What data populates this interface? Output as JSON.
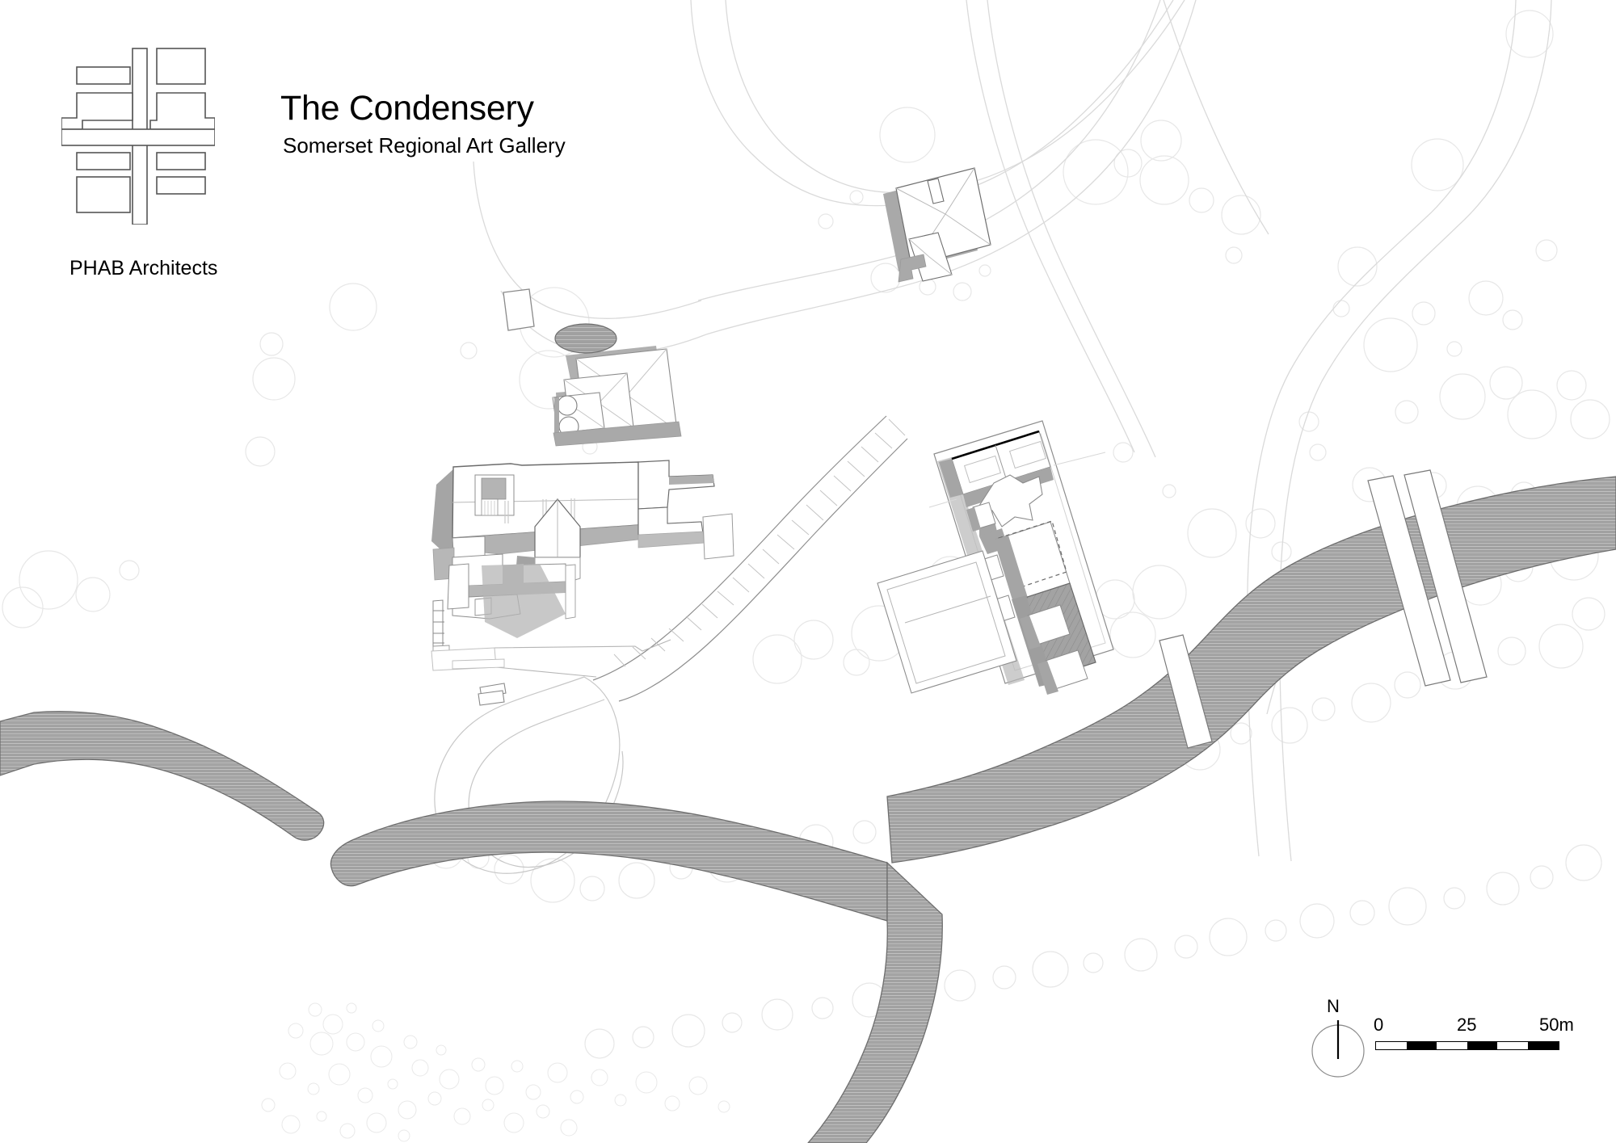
{
  "titleblock": {
    "project_title": "The Condensery",
    "project_subtitle": "Somerset Regional Art Gallery",
    "practice_name": "PHAB Architects",
    "logo_icon": "phab-grid-logo-icon"
  },
  "legend": {
    "north_label": "N",
    "north_icon": "north-arrow-icon",
    "scale_labels": [
      "0",
      "25",
      "50m"
    ],
    "scale_segments": [
      "light",
      "dark",
      "light",
      "dark",
      "light",
      "dark"
    ],
    "scale_units": "m",
    "scale_max": 50,
    "scale_mid": 25,
    "scale_min": 0
  },
  "drawing": {
    "type": "architectural-site-plan",
    "orientation": "north-up",
    "paper_color": "#ffffff",
    "line_color": "#000000",
    "water_fill": "#999999",
    "water_hatch": "#c9c9c9",
    "shadow_fill": "#a8a8a8",
    "faint_line": "#e2e2e2",
    "tree_outline": "#e6e6e6",
    "features": [
      "river-main",
      "river-branch-west",
      "river-tributary-south",
      "bridge-west",
      "bridge-east-north",
      "bridge-east-south",
      "gallery-building",
      "condensery-building",
      "heritage-cottage",
      "outbuilding-north",
      "carpark",
      "access-road",
      "loop-driveway",
      "tree-canopies",
      "shrub-cluster"
    ]
  }
}
